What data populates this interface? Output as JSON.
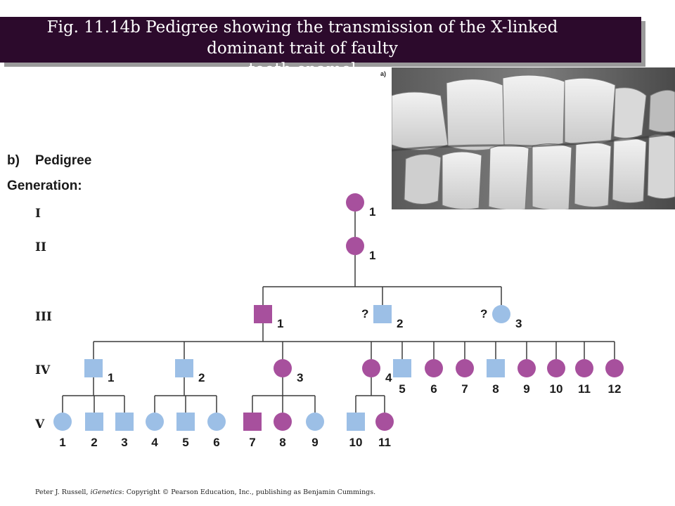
{
  "title": {
    "line1": "Fig. 11.14b  Pedigree showing the transmission of the X-linked",
    "line2": "dominant trait of faulty",
    "line3": "tooth enamel"
  },
  "photo": {
    "label": "a)",
    "description_icon": "teeth-photo"
  },
  "pedigree": {
    "panel_label": "b)",
    "heading": "Pedigree",
    "generation_heading": "Generation:",
    "unknown_mark": "?",
    "colors": {
      "affected": "#a7509d",
      "unaffected": "#9cbfe6"
    },
    "generations": [
      {
        "roman": "I",
        "members": [
          {
            "n": "1",
            "sex": "female",
            "affected": true
          }
        ]
      },
      {
        "roman": "II",
        "members": [
          {
            "n": "1",
            "sex": "female",
            "affected": true
          }
        ]
      },
      {
        "roman": "III",
        "members": [
          {
            "n": "1",
            "sex": "male",
            "affected": true
          },
          {
            "n": "2",
            "sex": "male",
            "affected": false,
            "unknown": true
          },
          {
            "n": "3",
            "sex": "female",
            "affected": false,
            "unknown": true
          }
        ]
      },
      {
        "roman": "IV",
        "members": [
          {
            "n": "1",
            "sex": "male",
            "affected": false
          },
          {
            "n": "2",
            "sex": "male",
            "affected": false
          },
          {
            "n": "3",
            "sex": "female",
            "affected": true
          },
          {
            "n": "4",
            "sex": "female",
            "affected": true
          },
          {
            "n": "5",
            "sex": "male",
            "affected": false
          },
          {
            "n": "6",
            "sex": "female",
            "affected": true
          },
          {
            "n": "7",
            "sex": "female",
            "affected": true
          },
          {
            "n": "8",
            "sex": "male",
            "affected": false
          },
          {
            "n": "9",
            "sex": "female",
            "affected": true
          },
          {
            "n": "10",
            "sex": "female",
            "affected": true
          },
          {
            "n": "11",
            "sex": "female",
            "affected": true
          },
          {
            "n": "12",
            "sex": "female",
            "affected": true
          }
        ]
      },
      {
        "roman": "V",
        "members": [
          {
            "n": "1",
            "sex": "female",
            "affected": false
          },
          {
            "n": "2",
            "sex": "male",
            "affected": false
          },
          {
            "n": "3",
            "sex": "male",
            "affected": false
          },
          {
            "n": "4",
            "sex": "female",
            "affected": false
          },
          {
            "n": "5",
            "sex": "male",
            "affected": false
          },
          {
            "n": "6",
            "sex": "female",
            "affected": false
          },
          {
            "n": "7",
            "sex": "male",
            "affected": true
          },
          {
            "n": "8",
            "sex": "female",
            "affected": true
          },
          {
            "n": "9",
            "sex": "female",
            "affected": false
          },
          {
            "n": "10",
            "sex": "male",
            "affected": false
          },
          {
            "n": "11",
            "sex": "female",
            "affected": true
          }
        ]
      }
    ]
  },
  "credit": {
    "prefix": "Peter J. Russell, ",
    "italic": "iGenetics",
    "suffix": ": Copyright © Pearson Education, Inc., publishing as Benjamin Cummings."
  }
}
